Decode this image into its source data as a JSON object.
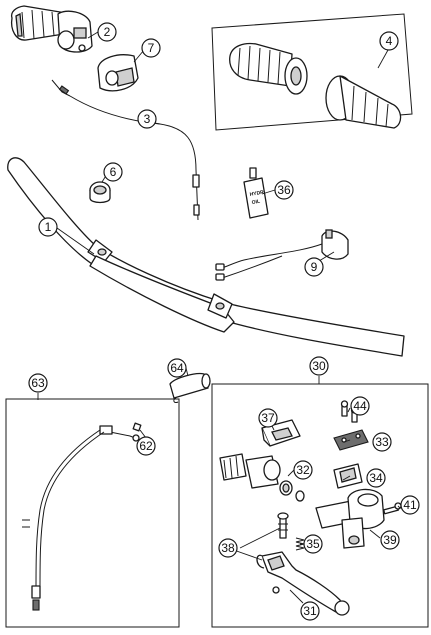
{
  "figure": {
    "callouts": {
      "c2": "2",
      "c7": "7",
      "c4": "4",
      "c3": "3",
      "c6": "6",
      "c36": "36",
      "c1": "1",
      "c9": "9",
      "c64": "64",
      "c63": "63",
      "c30": "30",
      "c62": "62",
      "c37": "37",
      "c44": "44",
      "c33": "33",
      "c32": "32",
      "c34": "34",
      "c41": "41",
      "c39": "39",
      "c38": "38",
      "c35": "35",
      "c31": "31"
    },
    "bottle_label": {
      "line1": "HYDR.",
      "line2": "OIL"
    }
  }
}
